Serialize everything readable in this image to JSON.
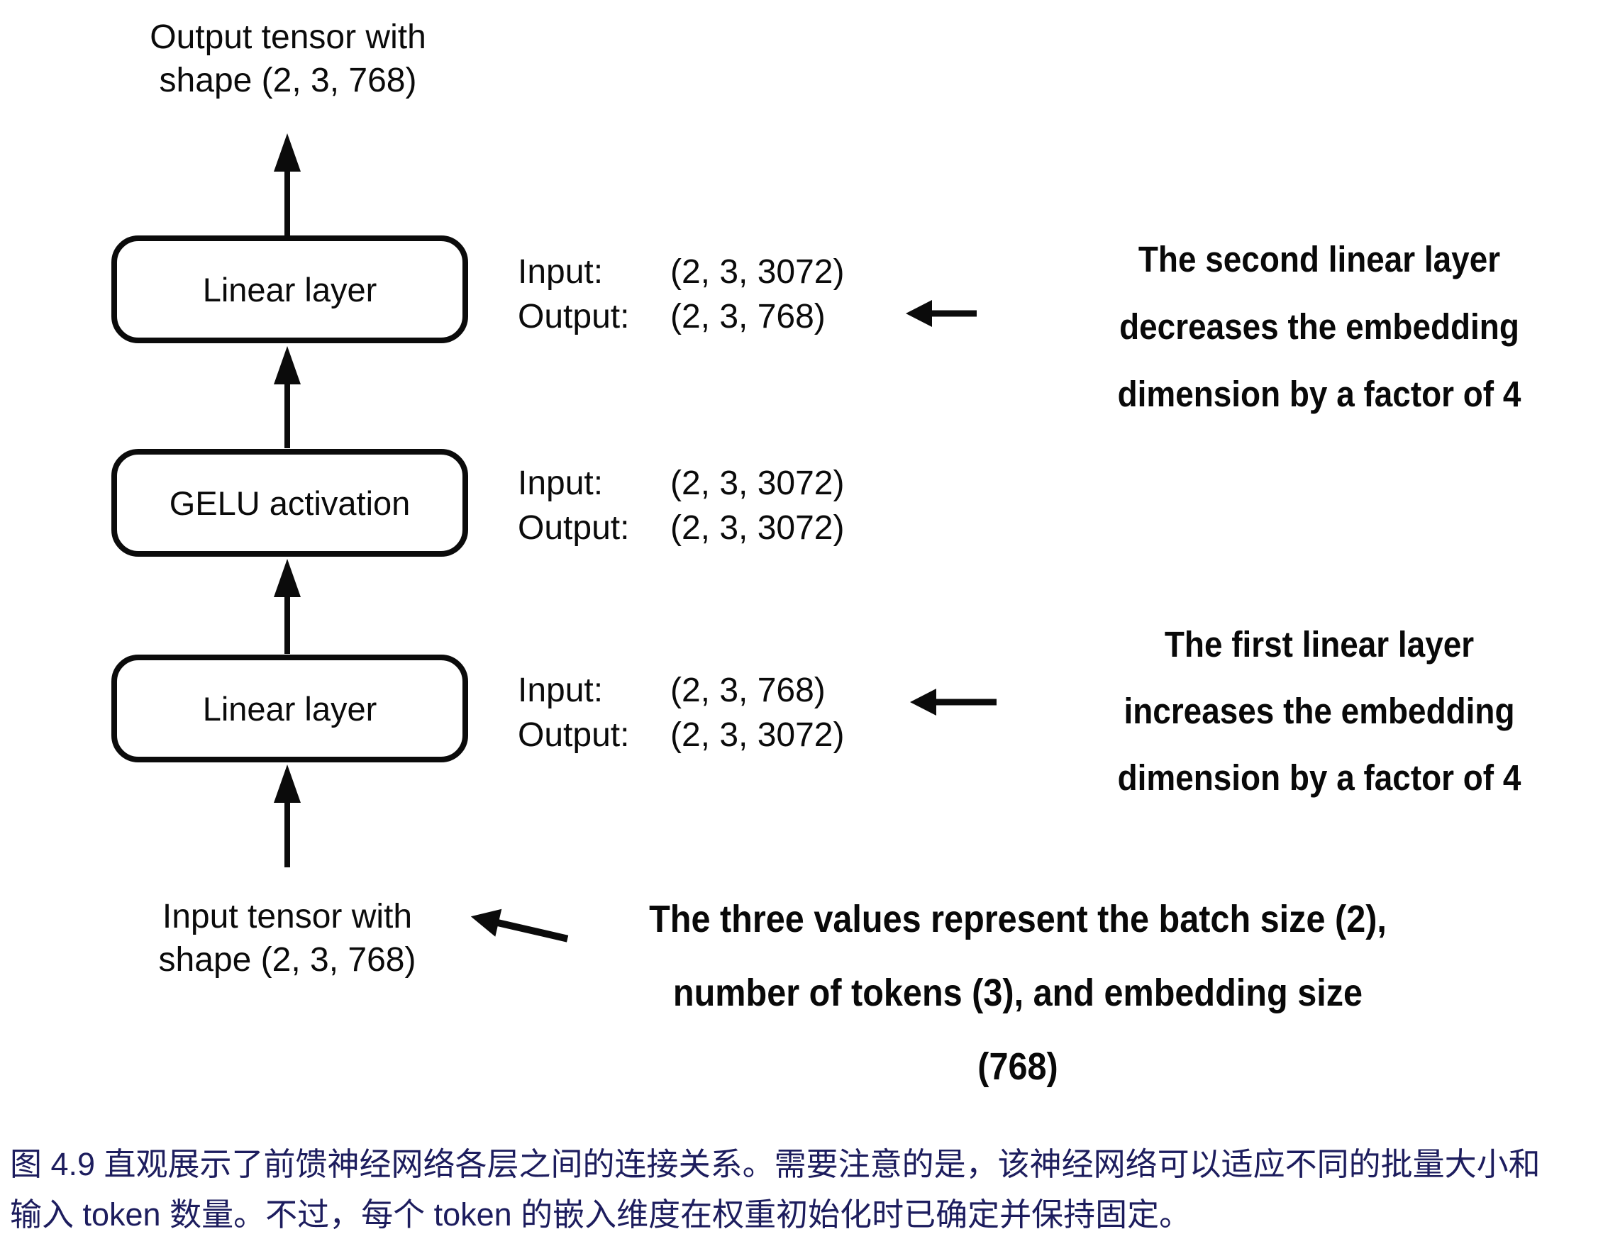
{
  "figure": {
    "output_tensor": {
      "line1": "Output tensor with",
      "line2": "shape (2, 3, 768)"
    },
    "input_tensor": {
      "line1": "Input tensor with",
      "line2": "shape (2, 3, 768)"
    },
    "boxes": [
      {
        "label": "Linear layer"
      },
      {
        "label": "GELU activation"
      },
      {
        "label": "Linear layer"
      }
    ],
    "io_blocks": [
      {
        "input_label": "Input:",
        "input_value": "(2, 3, 3072)",
        "output_label": "Output:",
        "output_value": "(2, 3, 768)"
      },
      {
        "input_label": "Input:",
        "input_value": "(2, 3, 3072)",
        "output_label": "Output:",
        "output_value": "(2, 3, 3072)"
      },
      {
        "input_label": "Input:",
        "input_value": "(2, 3, 768)",
        "output_label": "Output:",
        "output_value": "(2, 3, 3072)"
      }
    ],
    "annotations": {
      "second_linear": {
        "line1": "The second linear layer",
        "line2": "decreases the embedding",
        "line3": "dimension by a factor of 4"
      },
      "first_linear": {
        "line1": "The first linear layer",
        "line2": "increases the embedding",
        "line3": "dimension by a factor of 4"
      },
      "batch": {
        "line1": "The three values represent the batch size (2),",
        "line2": "number of tokens (3), and embedding size",
        "line3": "(768)"
      }
    },
    "colors": {
      "ink": "#0b0b0b",
      "caption_text": "#1d1d5e",
      "background": "#ffffff"
    }
  },
  "caption": {
    "line1": "图 4.9 直观展示了前馈神经网络各层之间的连接关系。需要注意的是，该神经网络可以适应不同的批量大小和",
    "line2": "输入 token 数量。不过，每个 token 的嵌入维度在权重初始化时已确定并保持固定。"
  }
}
